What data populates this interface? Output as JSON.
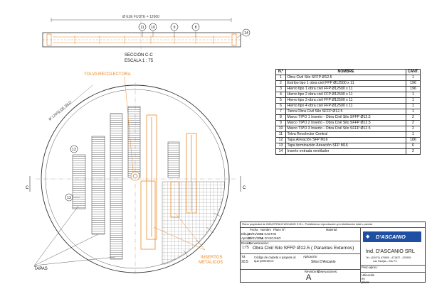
{
  "drawing": {
    "dim_eje_fuste": "Ø EJE FUSTE = 12600",
    "section_title": "SECCIÓN C-C",
    "section_scale": "ESCALA 1 : 75",
    "tolva_label": "TOLVA RECOLECTORA",
    "silo_diameter": "Ø 12600 DE SILO",
    "insertos_label_1": "INSERTOS",
    "insertos_label_2": "METALICOS",
    "tapas_label": "TAPAS",
    "cut_mark": "C",
    "bubbles": {
      "b8": "8",
      "b9": "9",
      "b10": "10",
      "b11": "11",
      "b12": "12",
      "b13": "13",
      "b14": "14"
    }
  },
  "parts_table": {
    "headers": {
      "no": "N.º",
      "name": "NOMBRE",
      "qty": "CANT."
    },
    "rows": [
      {
        "no": "1",
        "name": "Obra Civil Silo SFFP Ø12.5",
        "qty": "1"
      },
      {
        "no": "2",
        "name": "Estribo tipo 1 obra civil FFP Ø12500 x 11",
        "qty": "196"
      },
      {
        "no": "3",
        "name": "Hierro tipo 1 obra civil FFP Ø12500 x 11",
        "qty": "196"
      },
      {
        "no": "4",
        "name": "Hierro tipo 2 obra civil FFP Ø12500 x 11",
        "qty": "1"
      },
      {
        "no": "5",
        "name": "Hierro tipo 3 obra civil FFP Ø12500 x 11",
        "qty": "1"
      },
      {
        "no": "6",
        "name": "Hierro tipo 4 obra civil FFP Ø12500 x 11",
        "qty": "1"
      },
      {
        "no": "7",
        "name": "Tierra Obra Civil Silo SFFP Ø12.5",
        "qty": "1"
      },
      {
        "no": "8",
        "name": "Marco TIPO 1 Inserto - Obra Civil Silo SFFP Ø12.5",
        "qty": "2"
      },
      {
        "no": "9",
        "name": "Marco TIPO 2 Inserto - Obra Civil Silo SFFP Ø12.5",
        "qty": "2"
      },
      {
        "no": "10",
        "name": "Marco TIPO 3 Inserto - Obra Civil Silo SFFP Ø12.5",
        "qty": "2"
      },
      {
        "no": "11",
        "name": "Tolva Recolector Central",
        "qty": "1"
      },
      {
        "no": "12",
        "name": "Tapa Aireación SFP M16",
        "qty": "186"
      },
      {
        "no": "13",
        "name": "Tapa terminación Aireación SFP M16",
        "qty": "6"
      },
      {
        "no": "14",
        "name": "Inserto entrada ventilador",
        "qty": "2"
      }
    ]
  },
  "title_block": {
    "property_notice": "Plano propiedad de INDUSTRIA D'ASCANIO S.R.L. Prohibida su reproducción y/o distribución total o parcial.",
    "col_fecha": "Fecha",
    "col_nombre": "Nombre",
    "col_plano": "Plano N°:",
    "col_material": "Material:",
    "row_dibujo": "Dibujo",
    "row_aprobo": "Aprobó",
    "dibujo_fecha": "20/01/2016",
    "dibujo_nombre": "C. GAETAN",
    "aprobo_fecha": "20/01/2016",
    "aprobo_nombre": "M. D'ASCANIO",
    "escala_label": "Escala",
    "escala_value": "1:75",
    "denominacion_label": "Denominación:",
    "title": "Obra Civil Silo SFFP Ø12.5 ( Parantes Externos)",
    "tolerancia_label": "Tol.",
    "tolerancia_value": "±0.5",
    "codigo_label": "Código de carpeta o paquete al que pertenece:",
    "aplicacion_label": "Aplicación:",
    "aplicacion_value": "Silos D'Ascanio",
    "revision_label": "Revisión N°",
    "revision_value": "A",
    "observaciones_label": "Observaciones:",
    "ubicacion_label": "Ubicación en plano:",
    "peso_label": "Peso aprox.:",
    "company": "Ind. D'ASCANIO SRL",
    "logo_text": "D'ASCANIO",
    "contact_1": "Tel.: (03471) 470600 - 471837 - 470935",
    "contact_2": "Las Parejas - Sta. Fe"
  },
  "colors": {
    "orange": "#e8892a",
    "line": "#333333",
    "logo_blue": "#1f4fa3"
  }
}
